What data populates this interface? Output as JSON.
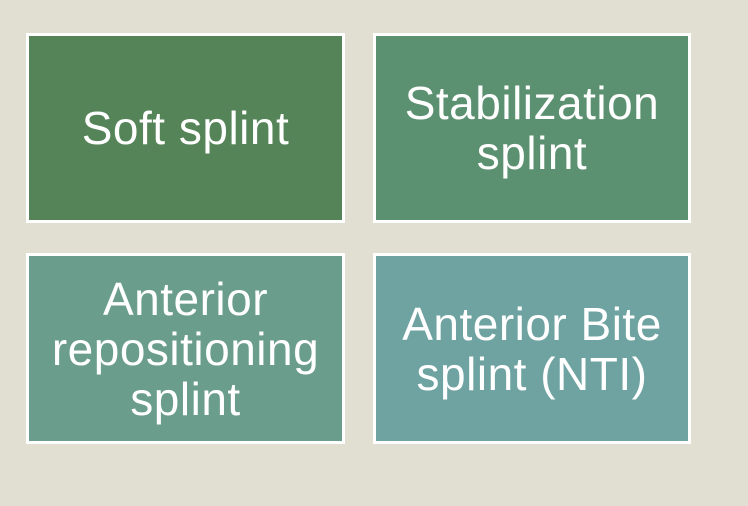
{
  "slide": {
    "background_color": "#e1ded2",
    "border_color": "#ffffff",
    "text_color": "#ffffff",
    "boxes": [
      {
        "id": "soft-splint",
        "label": "Soft splint",
        "wrapped": "Soft splint",
        "fill_color": "#548457"
      },
      {
        "id": "stabilization-splint",
        "label": "Stabilization splint",
        "wrapped": "Stabilization\nsplint",
        "fill_color": "#5b9170"
      },
      {
        "id": "anterior-repositioning-splint",
        "label": "Anterior repositioning splint",
        "wrapped": "Anterior\nrepositioning\nsplint",
        "fill_color": "#6a9d8b"
      },
      {
        "id": "anterior-bite-splint-nti",
        "label": "Anterior Bite splint (NTI)",
        "wrapped": "Anterior Bite\nsplint (NTI)",
        "fill_color": "#6fa3a1"
      }
    ]
  }
}
